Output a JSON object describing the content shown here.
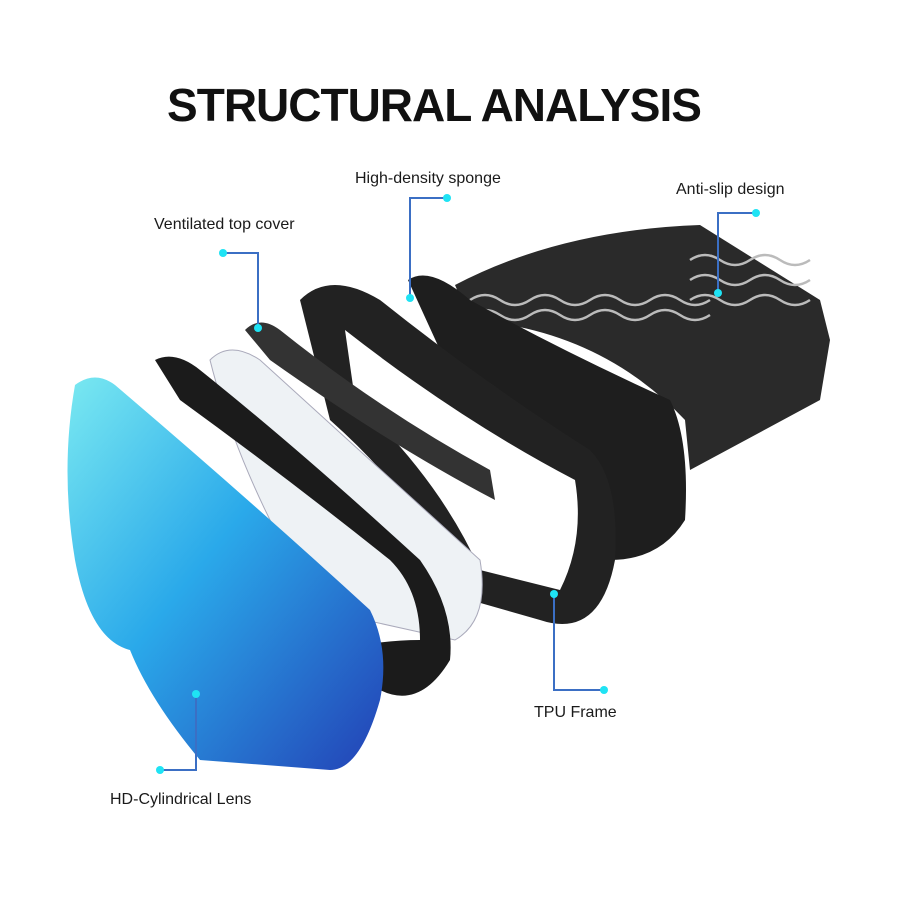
{
  "title": "STRUCTURAL ANALYSIS",
  "callouts": {
    "ventilated_top_cover": "Ventilated top cover",
    "high_density_sponge": "High-density sponge",
    "anti_slip_design": "Anti-slip design",
    "tpu_frame": "TPU Frame",
    "hd_cylindrical_lens": "HD-Cylindrical Lens"
  },
  "colors": {
    "line": "#3b6fc4",
    "dot": "#1fe3f4",
    "lens_light": "#6fe6f2",
    "lens_dark": "#2346b8"
  }
}
